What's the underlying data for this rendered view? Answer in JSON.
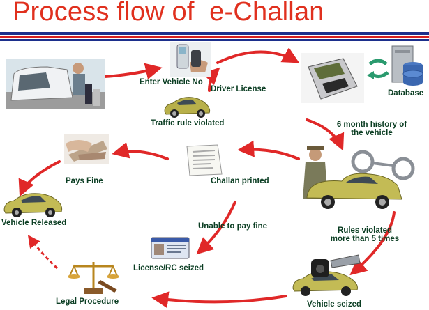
{
  "title": "Process flow of  e-Challan",
  "colors": {
    "title": "#e0301e",
    "band_blue": "#1c2f8c",
    "band_red": "#d42020",
    "label": "#0a3d22",
    "arrow": "#e02828",
    "car": "#b8b04a"
  },
  "nodes": {
    "enter_vehicle": {
      "label": "Enter Vehicle No",
      "icon": "handheld-device-icon"
    },
    "driver_license": {
      "label": "Driver License",
      "icon": "handheld-device-icon"
    },
    "traffic_rule": {
      "label": "Traffic rule violated",
      "icon": "sports-car-icon"
    },
    "database": {
      "label": "Database",
      "icon": "database-icon"
    },
    "history": {
      "label_line1": "6 month history of",
      "label_line2": "the vehicle",
      "icon": "police-officer-icon"
    },
    "challan_printed": {
      "label": "Challan printed",
      "icon": "receipt-icon"
    },
    "pays_fine": {
      "label": "Pays Fine",
      "icon": "cash-icon"
    },
    "vehicle_released": {
      "label": "Vehicle Released",
      "icon": "sports-car-icon"
    },
    "unable_to_pay": {
      "label": "Unable to pay fine"
    },
    "rules_violated": {
      "label_line1": "Rules violated",
      "label_line2": "more than 5 times"
    },
    "license_seized": {
      "label": "License/RC seized",
      "icon": "id-card-icon"
    },
    "legal_procedure": {
      "label": "Legal Procedure",
      "icon": "scales-of-justice-icon"
    },
    "vehicle_seized": {
      "label": "Vehicle seized",
      "icon": "wheel-clamp-icon"
    }
  }
}
